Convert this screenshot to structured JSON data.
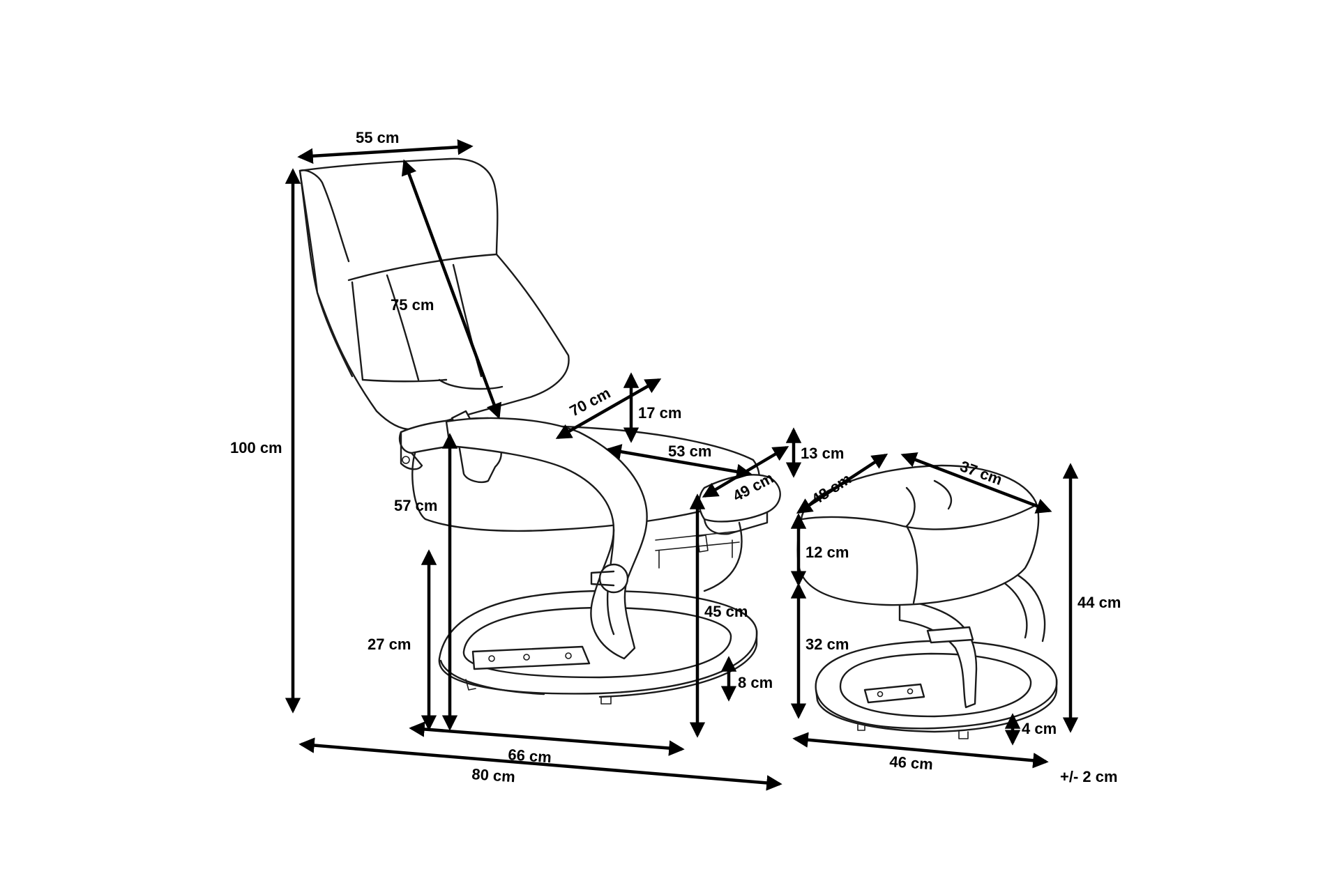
{
  "chair": {
    "width": "55 cm",
    "backrest_length": "75 cm",
    "height_total": "100 cm",
    "armrest_height": "57 cm",
    "seat_height": "45 cm",
    "seat_bottom_height": "27 cm",
    "seat_width": "70 cm",
    "armrest_thickness": "17 cm",
    "seat_depth": "53 cm",
    "footrest_depth": "49 cm",
    "footrest_thickness": "13 cm",
    "base_height": "8 cm",
    "base_depth": "66 cm",
    "total_depth": "80 cm"
  },
  "ottoman": {
    "depth": "48 cm",
    "width": "37 cm",
    "cushion_thickness": "12 cm",
    "frame_height": "32 cm",
    "total_height": "44 cm",
    "base_height": "4 cm",
    "base_width": "46 cm"
  },
  "tolerance": "+/- 2 cm"
}
